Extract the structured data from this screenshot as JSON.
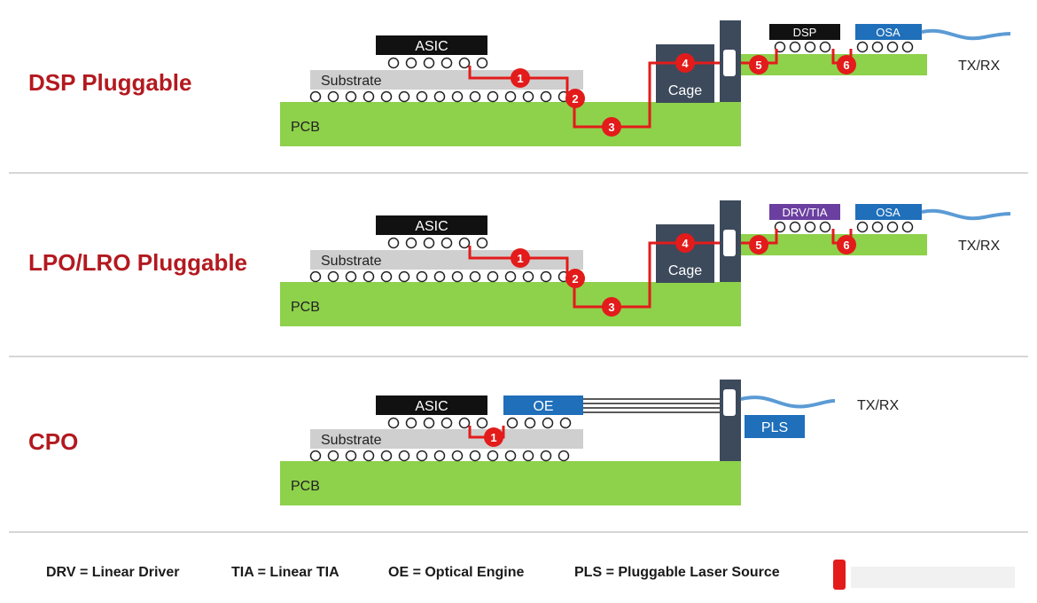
{
  "rows": [
    {
      "id": "dsp",
      "title": "DSP Pluggable",
      "chip_label": "DSP",
      "chip_color": "#111111",
      "pcb": "PCB",
      "substrate": "Substrate",
      "asic": "ASIC",
      "cage": "Cage",
      "osa": "OSA",
      "txrx": "TX/RX",
      "markers": [
        "1",
        "2",
        "3",
        "4",
        "5",
        "6"
      ]
    },
    {
      "id": "lpo",
      "title": "LPO/LRO Pluggable",
      "chip_label": "DRV/TIA",
      "chip_color": "#6b3fa0",
      "pcb": "PCB",
      "substrate": "Substrate",
      "asic": "ASIC",
      "cage": "Cage",
      "osa": "OSA",
      "txrx": "TX/RX",
      "markers": [
        "1",
        "2",
        "3",
        "4",
        "5",
        "6"
      ]
    },
    {
      "id": "cpo",
      "title": "CPO",
      "pcb": "PCB",
      "substrate": "Substrate",
      "asic": "ASIC",
      "oe": "OE",
      "pls": "PLS",
      "txrx": "TX/RX",
      "markers": [
        "1"
      ]
    }
  ],
  "legend": [
    "DRV = Linear Driver",
    "TIA = Linear TIA",
    "OE = Optical Engine",
    "PLS = Pluggable Laser Source"
  ],
  "colors": {
    "title": "#b3191f",
    "pcb": "#8ed14b",
    "substrate": "#cfcfcf",
    "asic": "#111111",
    "cage": "#3d4a5c",
    "osa": "#1f6fba",
    "marker": "#e31b1b",
    "fiber": "#5b9bd5"
  }
}
